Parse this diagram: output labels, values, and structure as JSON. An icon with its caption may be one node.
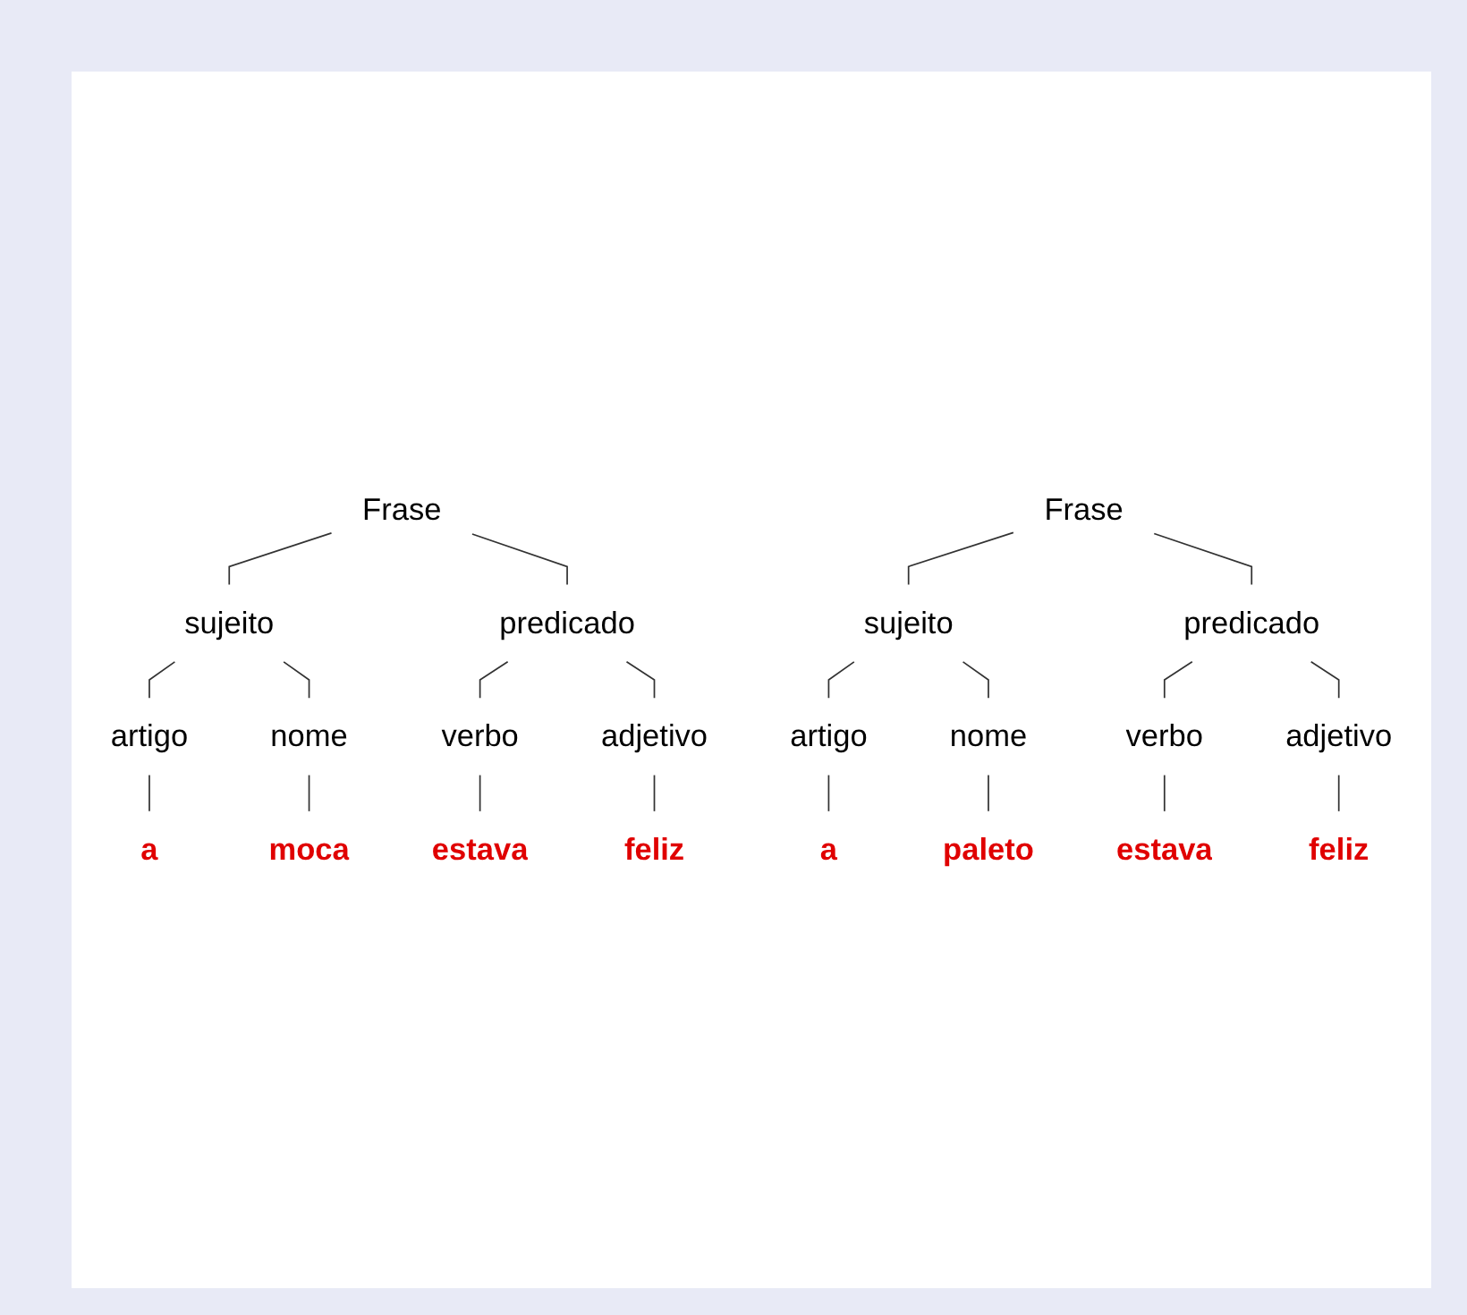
{
  "diagram": {
    "nodes": [
      {
        "text": [
          "Frase"
        ]
      },
      {
        "text": [
          "sujeito"
        ]
      },
      {
        "text": [
          "predicado"
        ]
      },
      {
        "text": [
          "artigo"
        ]
      },
      {
        "text": [
          "nome"
        ]
      },
      {
        "text": [
          "verbo"
        ]
      },
      {
        "text": [
          "adjetivo"
        ]
      },
      {
        "text": [
          "a"
        ]
      },
      {
        "text": [
          "moca"
        ]
      },
      {
        "text": [
          "estava"
        ]
      },
      {
        "text": [
          "feliz"
        ]
      },
      {
        "text": [
          "Frase"
        ]
      },
      {
        "text": [
          "sujeito"
        ]
      },
      {
        "text": [
          "predicado"
        ]
      },
      {
        "text": [
          "artigo"
        ]
      },
      {
        "text": [
          "nome"
        ]
      },
      {
        "text": [
          "verbo"
        ]
      },
      {
        "text": [
          "adjetivo"
        ]
      },
      {
        "text": [
          "a"
        ]
      },
      {
        "text": [
          "paleto"
        ]
      },
      {
        "text": [
          "estava"
        ]
      },
      {
        "text": [
          "feliz"
        ]
      }
    ],
    "edges": [
      {
        "from": 0,
        "to": 1,
        "arrow": "none"
      },
      {
        "from": 0,
        "to": 2,
        "arrow": "none"
      },
      {
        "from": 1,
        "to": 3,
        "arrow": "none"
      },
      {
        "from": 1,
        "to": 4,
        "arrow": "none"
      },
      {
        "from": 2,
        "to": 5,
        "arrow": "none"
      },
      {
        "from": 2,
        "to": 6,
        "arrow": "none"
      },
      {
        "from": 3,
        "to": 7,
        "arrow": "none"
      },
      {
        "from": 4,
        "to": 8,
        "arrow": "none"
      },
      {
        "from": 5,
        "to": 9,
        "arrow": "none"
      },
      {
        "from": 6,
        "to": 10,
        "arrow": "none"
      },
      {
        "from": 11,
        "to": 12,
        "arrow": "none"
      },
      {
        "from": 11,
        "to": 13,
        "arrow": "none"
      },
      {
        "from": 12,
        "to": 14,
        "arrow": "none"
      },
      {
        "from": 12,
        "to": 15,
        "arrow": "none"
      },
      {
        "from": 13,
        "to": 16,
        "arrow": "none"
      },
      {
        "from": 13,
        "to": 17,
        "arrow": "none"
      },
      {
        "from": 14,
        "to": 18,
        "arrow": "none"
      },
      {
        "from": 15,
        "to": 19,
        "arrow": "none"
      },
      {
        "from": 16,
        "to": 20,
        "arrow": "none"
      },
      {
        "from": 17,
        "to": 21,
        "arrow": "none"
      }
    ]
  }
}
